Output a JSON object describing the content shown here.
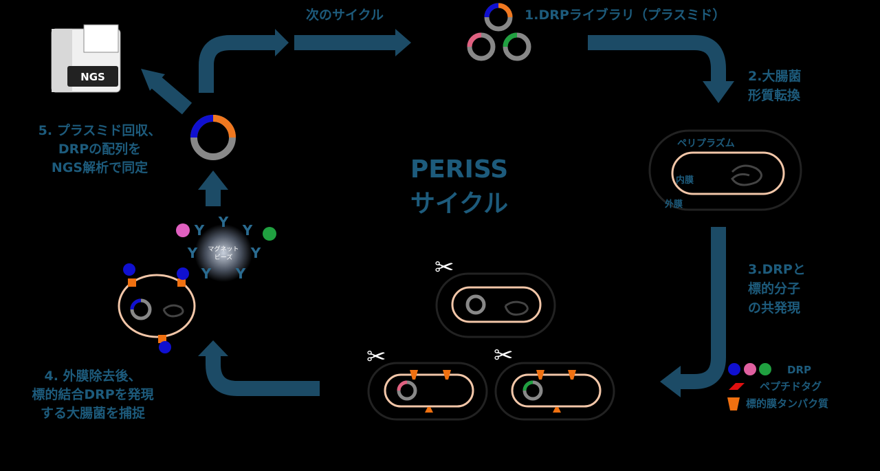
{
  "title": {
    "line1": "PERISS",
    "line2": "サイクル"
  },
  "steps": {
    "next_cycle": "次のサイクル",
    "step1": "1.DRPライブラリ（プラスミド）",
    "step2": [
      "2.大腸菌",
      "形質転換"
    ],
    "step3": [
      "3.DRPと",
      "標的分子",
      "の共発現"
    ],
    "step4": [
      "4. 外膜除去後、",
      "標的結合DRPを発現",
      "する大腸菌を捕捉"
    ],
    "step5": [
      "5. プラスミド回収、",
      "DRPの配列を",
      "NGS解析で同定"
    ]
  },
  "cell_labels": {
    "periplasm": "ペリプラズム",
    "inner_membrane": "内膜",
    "outer_membrane": "外膜"
  },
  "beads_label": [
    "マグネット",
    "ビーズ"
  ],
  "ngs_label": "NGS",
  "legend": {
    "drp": "DRP",
    "peptide_tag": "ペプチドタグ",
    "target": "標的膜タンパク質"
  },
  "colors": {
    "text": "#1d5b7c",
    "arrow": "#1c4b66",
    "drp_blue": "#1010d0",
    "drp_pink": "#e060a0",
    "drp_green": "#20a040",
    "tag": "#e01010",
    "target": "#f07010"
  }
}
